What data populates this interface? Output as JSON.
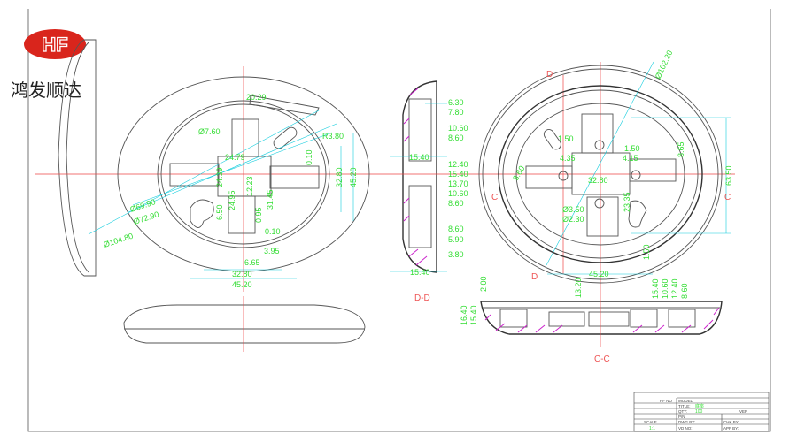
{
  "brand": {
    "logo_letters": "HF",
    "name": "鸿发顺达",
    "logo_color": "#d9251c"
  },
  "front_view": {
    "dims": [
      "Ø7.60",
      "20.29",
      "R3.80",
      "24.79",
      "0.10",
      "24.39",
      "12.23",
      "32.80",
      "45.20",
      "6.50",
      "24.95",
      "31.45",
      "0.95",
      "0.10",
      "3.95",
      "6.65",
      "32.80",
      "45.20",
      "Ø69.90",
      "Ø72.90",
      "Ø104.80"
    ]
  },
  "section_dd": {
    "label": "D-D",
    "dims": [
      "6.30",
      "7.80",
      "10.60",
      "8.60",
      "15.40",
      "12.40",
      "15.40",
      "13.70",
      "10.60",
      "8.60",
      "8.60",
      "5.90",
      "3.80",
      "15.40"
    ]
  },
  "back_view": {
    "section_marks": [
      "D",
      "D",
      "C",
      "C"
    ],
    "dims": [
      "Ø102.20",
      "1.50",
      "1.50",
      "4.35",
      "4.15",
      "3.60",
      "8.65",
      "32.80",
      "63.50",
      "23.35",
      "Ø3.50",
      "Ø2.30",
      "1.50",
      "45.20",
      "13.20",
      "15.40",
      "10.60",
      "12.40",
      "8.60"
    ]
  },
  "section_cc": {
    "label": "C-C",
    "dims": [
      "2.00",
      "16.40",
      "15.40"
    ]
  },
  "title_block": {
    "rows": [
      "MODEL:",
      "TITLE:",
      "QTY:",
      "P/N",
      "DWG BY:",
      "VD NO:",
      "SCALE",
      "VER",
      "CHK BY:",
      "APP BY:"
    ],
    "title_value": "底座",
    "qty_value": "100",
    "scale_value": "1:1",
    "header": "HF NO"
  },
  "colors": {
    "dimension": "#33dd33",
    "dimension_line": "#11ccdd",
    "centerline": "#ee4444",
    "hatch": "#cc22cc"
  }
}
